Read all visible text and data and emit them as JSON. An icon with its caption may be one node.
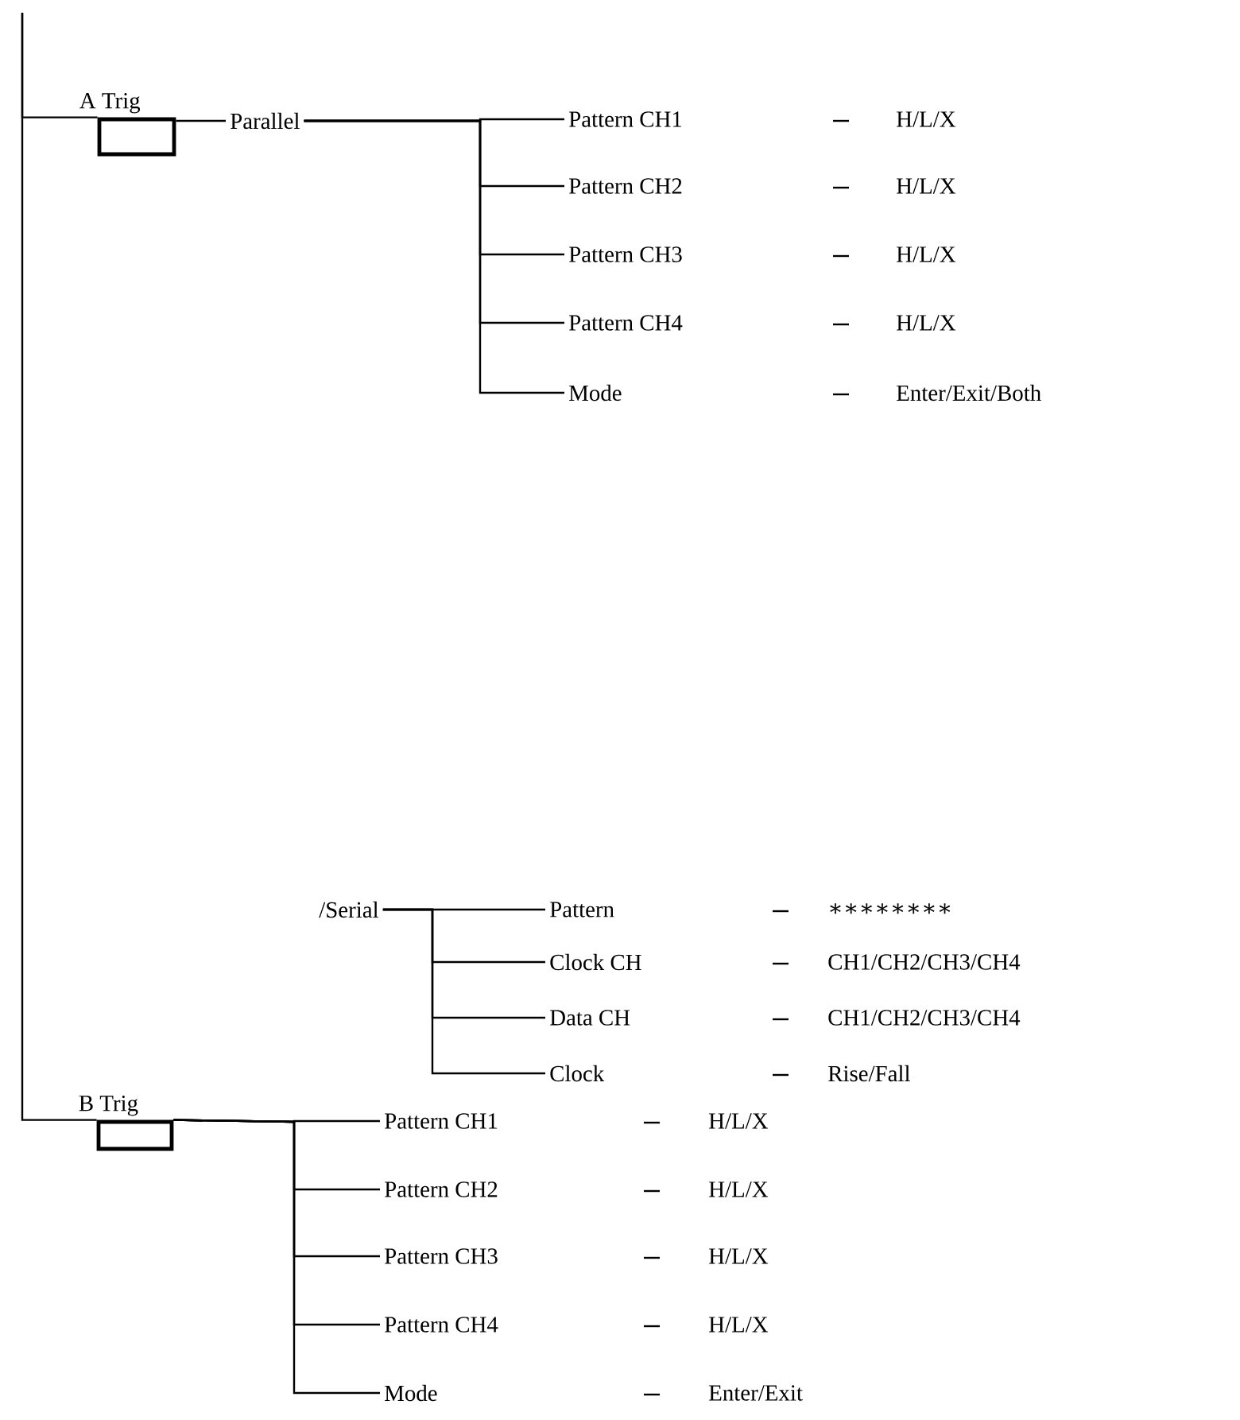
{
  "diagram": {
    "nodes": [
      {
        "text": [
          "A Trig"
        ]
      },
      {
        "text": [
          "Parallel"
        ]
      },
      {
        "text": [
          "Pattern CH1"
        ]
      },
      {
        "text": [
          "Pattern CH2"
        ]
      },
      {
        "text": [
          "Pattern CH3"
        ]
      },
      {
        "text": [
          "Pattern CH4"
        ]
      },
      {
        "text": [
          "Mode"
        ]
      },
      {
        "text": [
          "/Serial"
        ]
      },
      {
        "text": [
          "Pattern"
        ]
      },
      {
        "text": [
          "Clock CH"
        ]
      },
      {
        "text": [
          "Data CH"
        ]
      },
      {
        "text": [
          "Clock"
        ]
      },
      {
        "text": [
          "B Trig"
        ]
      },
      {
        "text": [
          "Pattern CH1"
        ]
      },
      {
        "text": [
          "Pattern CH2"
        ]
      },
      {
        "text": [
          "Pattern CH3"
        ]
      },
      {
        "text": [
          "Pattern CH4"
        ]
      },
      {
        "text": [
          "Mode"
        ]
      }
    ],
    "edges": [
      {
        "from": null,
        "to": 0,
        "arrow": "none"
      },
      {
        "from": null,
        "to": 12,
        "arrow": "none"
      },
      {
        "from": 0,
        "to": 1,
        "arrow": "none"
      },
      {
        "from": 1,
        "to": 2,
        "arrow": "none"
      },
      {
        "from": 1,
        "to": 3,
        "arrow": "none"
      },
      {
        "from": 1,
        "to": 4,
        "arrow": "none"
      },
      {
        "from": 1,
        "to": 5,
        "arrow": "none"
      },
      {
        "from": 1,
        "to": 6,
        "arrow": "none"
      },
      {
        "from": 7,
        "to": 8,
        "arrow": "none"
      },
      {
        "from": 7,
        "to": 9,
        "arrow": "none"
      },
      {
        "from": 7,
        "to": 10,
        "arrow": "none"
      },
      {
        "from": 7,
        "to": 11,
        "arrow": "none"
      },
      {
        "from": 12,
        "to": 13,
        "arrow": "none"
      },
      {
        "from": 12,
        "to": 14,
        "arrow": "none"
      },
      {
        "from": 12,
        "to": 15,
        "arrow": "none"
      },
      {
        "from": 12,
        "to": 16,
        "arrow": "none"
      },
      {
        "from": 12,
        "to": 17,
        "arrow": "none"
      }
    ],
    "labels": [
      "H/L/X",
      "H/L/X",
      "H/L/X",
      "H/L/X",
      "Enter/Exit/Both",
      "∗∗∗∗∗∗∗∗",
      "CH1/CH2/CH3/CH4",
      "CH1/CH2/CH3/CH4",
      "Rise/Fall",
      "H/L/X",
      "H/L/X",
      "H/L/X",
      "H/L/X",
      "Enter/Exit"
    ]
  }
}
